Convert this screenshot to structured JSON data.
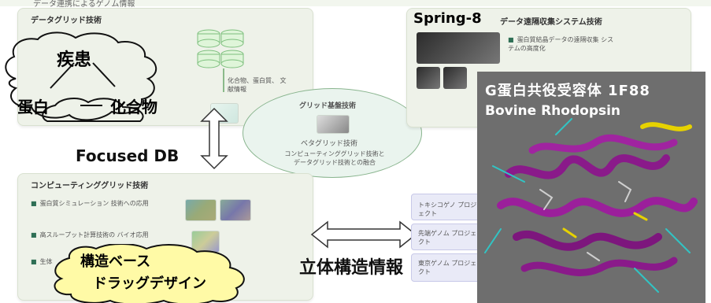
{
  "header_title": "データ連携によるゲノム情報",
  "left_top_panel": {
    "title": "データグリッド技術",
    "node_label": "化合物、蛋白質、 文献情報"
  },
  "disease_cloud": {
    "top": "疾患",
    "left": "蛋白",
    "right": "化合物"
  },
  "focused_db_label": "Focused DB",
  "right_top_panel": {
    "spring_label": "Spring-8",
    "title": "データ遠隔収集システム技術",
    "bullet1": "蛋白質結晶データの遠隔収集 システムの高度化"
  },
  "middle_ellipse": {
    "title": "グリッド基盤技術",
    "label1": "ベタグリッド技術",
    "label2": "コンピューティンググリッド技術と",
    "label3": "データグリッド技術との融合"
  },
  "computing_panel": {
    "title": "コンピューティンググリッド技術",
    "bullet1": "蛋白質シミュレーション 技術への応用",
    "bullet2": "高スループット計算技術の バイオ応用",
    "bullet3": "生体"
  },
  "drug_cloud": {
    "line1": "構造ベース",
    "line2": "ドラッグデザイン"
  },
  "structure_label": "立体構造情報",
  "blue_boxes": [
    {
      "label": "トキシコゲノ プロジェクト"
    },
    {
      "label": "先端ゲノム プロジェクト"
    },
    {
      "label": "東京ゲノム プロジェクト"
    }
  ],
  "rhodopsin_panel": {
    "title": "G蛋白共役受容体 1F88",
    "subtitle": "Bovine Rhodopsin"
  }
}
